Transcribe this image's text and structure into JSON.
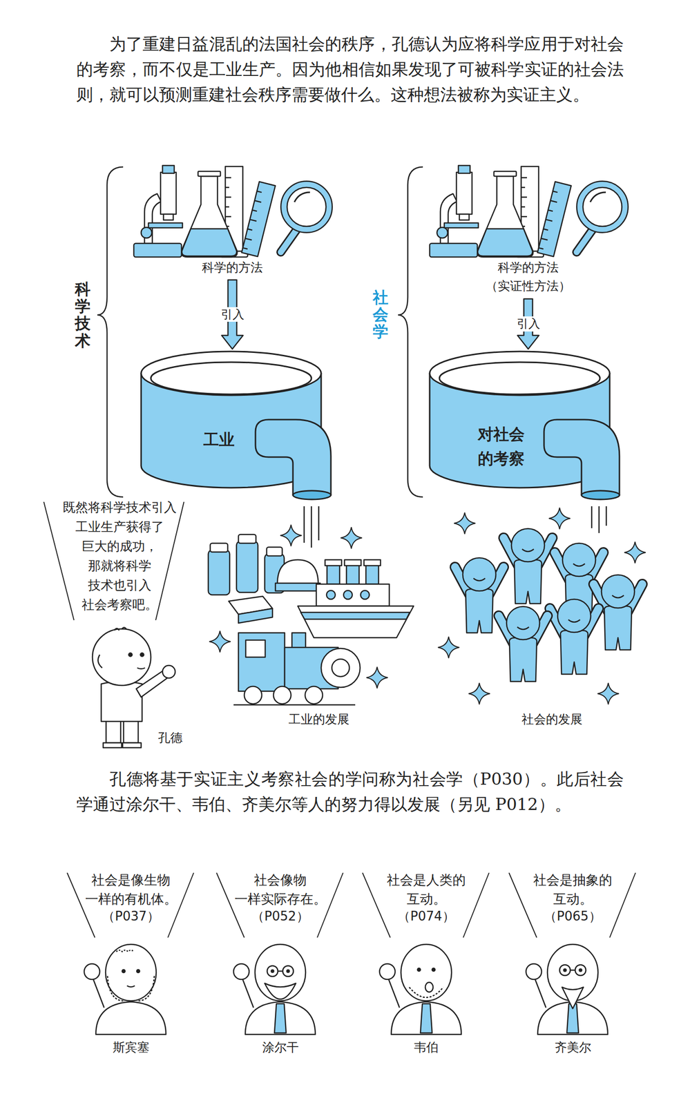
{
  "diagram": {
    "nodes": [
      {
        "text": [
          "科学的方法"
        ]
      },
      {
        "text": [
          "工业"
        ]
      },
      {
        "text": [
          "科学的方法",
          "（实证性方法）"
        ]
      },
      {
        "text": [
          "对社会 的考察"
        ]
      }
    ],
    "edges": [
      {
        "from": 0,
        "to": 1,
        "label": "引入",
        "arrow": "to"
      },
      {
        "from": 2,
        "to": 3,
        "label": "引入",
        "arrow": "to"
      }
    ],
    "labels": [
      "为了重建日益混乱的法国社会的秩序，孔德认为应将科学应用于对社会的考察，而不仅是工业生产。因为他相信如果发现了可被科学实证的社会法则，就可以预测重建社会秩序需要做什么。这种想法被称为实证主义。",
      "科学技术",
      "社会学",
      "既然将科学技术引入 工业生产获得了 巨大的成功， 那就将科学 技术也引入 社会考察吧。",
      "孔德",
      "工业的发展",
      "社会的发展",
      "孔德将基于实证主义考察社会的学问称为社会学（P030）。此后社会学通过涂尔干、韦伯、齐美尔等人的努力得以发展（另见 P012）。",
      "社会是像生物 一样的有机体。",
      "（P037）",
      "社会像物 一样实际存在。",
      "（P052）",
      "社会是人类的 互动。",
      "（P074）",
      "社会是抽象的 互动。",
      "（P065）",
      "斯宾塞",
      "涂尔干",
      "韦伯",
      "齐美尔"
    ]
  }
}
